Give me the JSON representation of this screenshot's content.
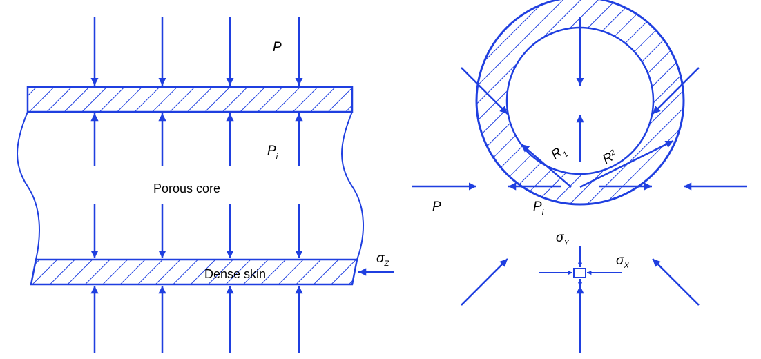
{
  "colors": {
    "line": "#1f3fe0",
    "text": "#000000",
    "background": "#ffffff"
  },
  "left": {
    "pressure_outer": "P",
    "pressure_inner_main": "P",
    "pressure_inner_sub": "i",
    "core_label": "Porous core",
    "skin_label": "Dense skin",
    "axial_stress_main": "σ",
    "axial_stress_sub": "Z"
  },
  "right": {
    "pressure_outer": "P",
    "pressure_inner_main": "P",
    "pressure_inner_sub": "i",
    "radius_inner_main": "R",
    "radius_inner_sub": "1",
    "radius_outer_main": "R",
    "radius_outer_sub": "2",
    "stress_y_main": "σ",
    "stress_y_sub": "Y",
    "stress_x_main": "σ",
    "stress_x_sub": "X"
  }
}
